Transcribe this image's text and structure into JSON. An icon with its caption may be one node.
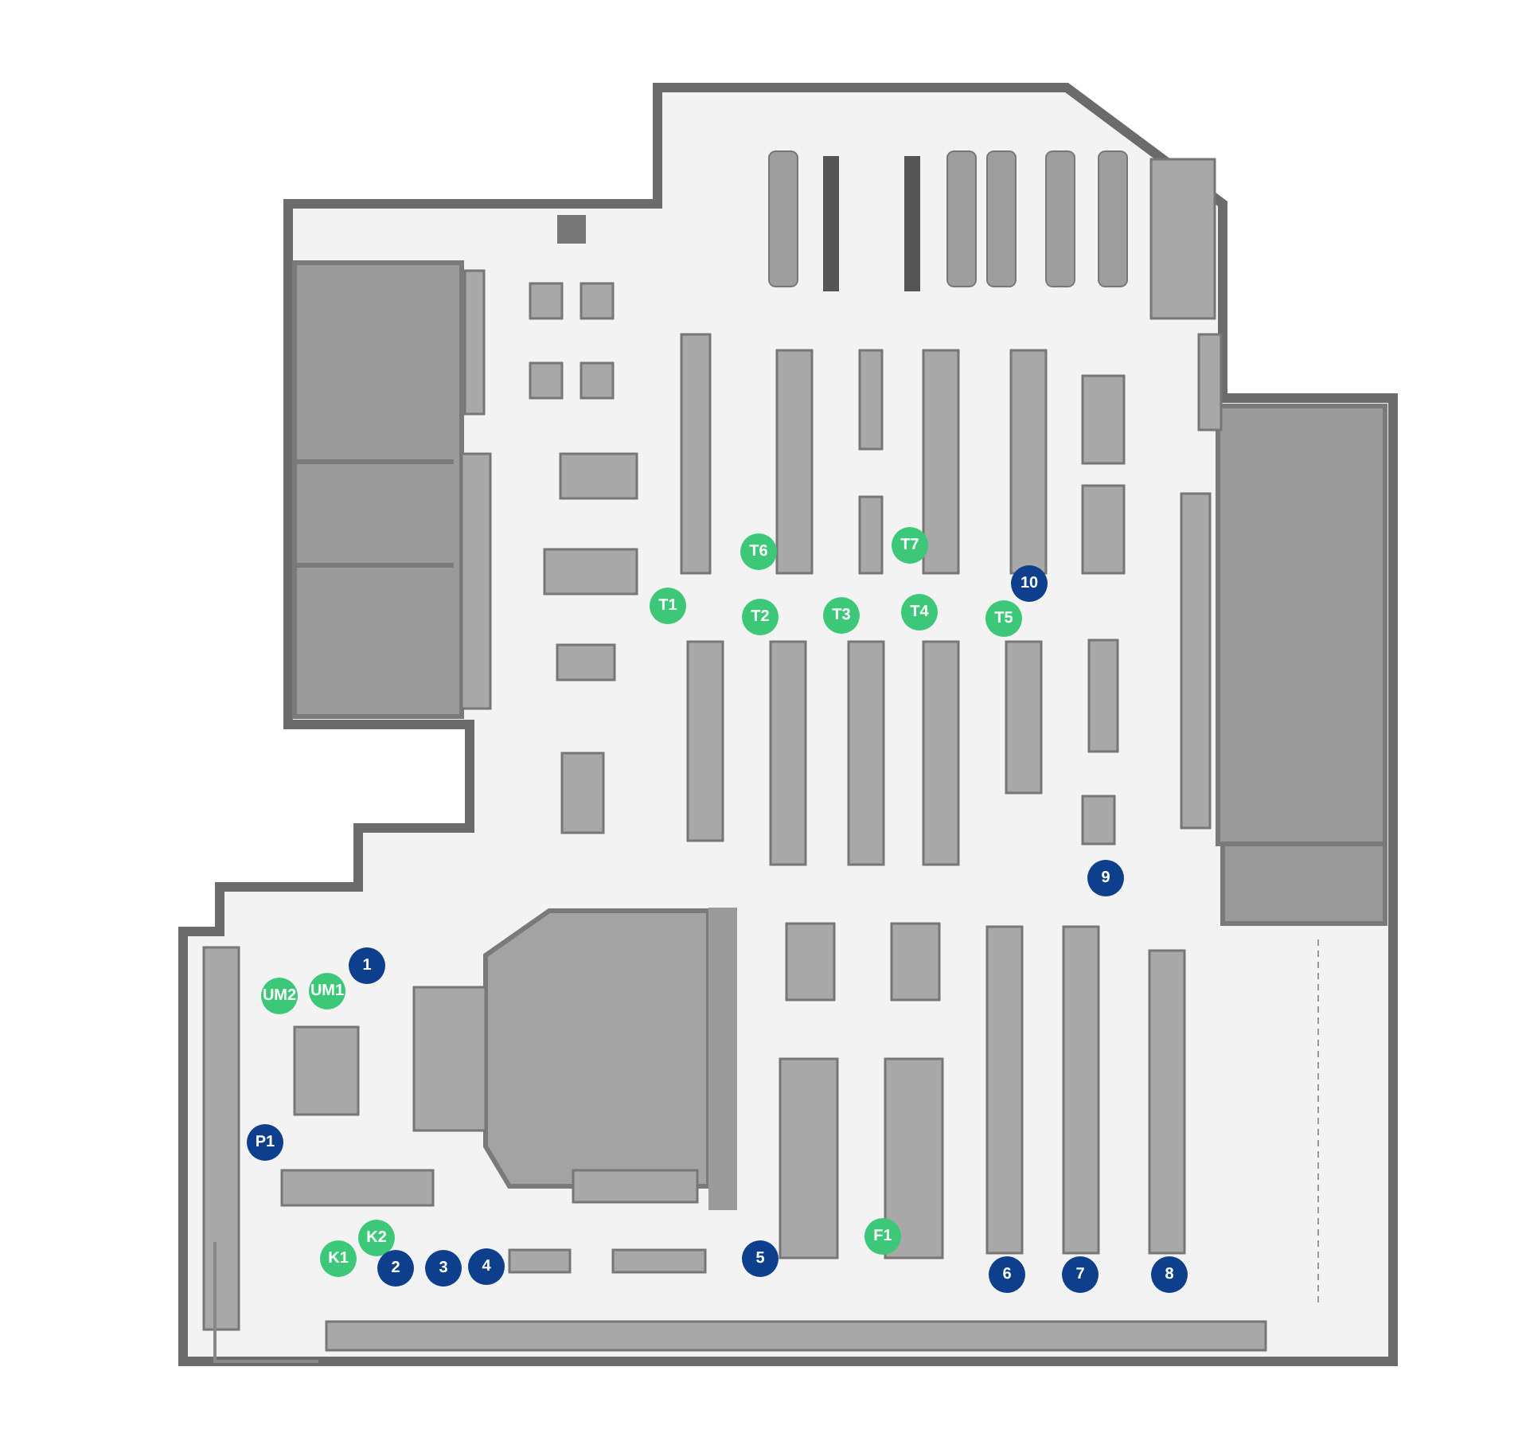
{
  "diagram": {
    "labels": [
      "T6",
      "T7",
      "10",
      "T1",
      "T2",
      "T3",
      "T4",
      "T5",
      "9",
      "1",
      "UM2",
      "UM1",
      "P1",
      "K2",
      "F1",
      "K1",
      "2",
      "3",
      "4",
      "5",
      "6",
      "7",
      "8"
    ]
  }
}
